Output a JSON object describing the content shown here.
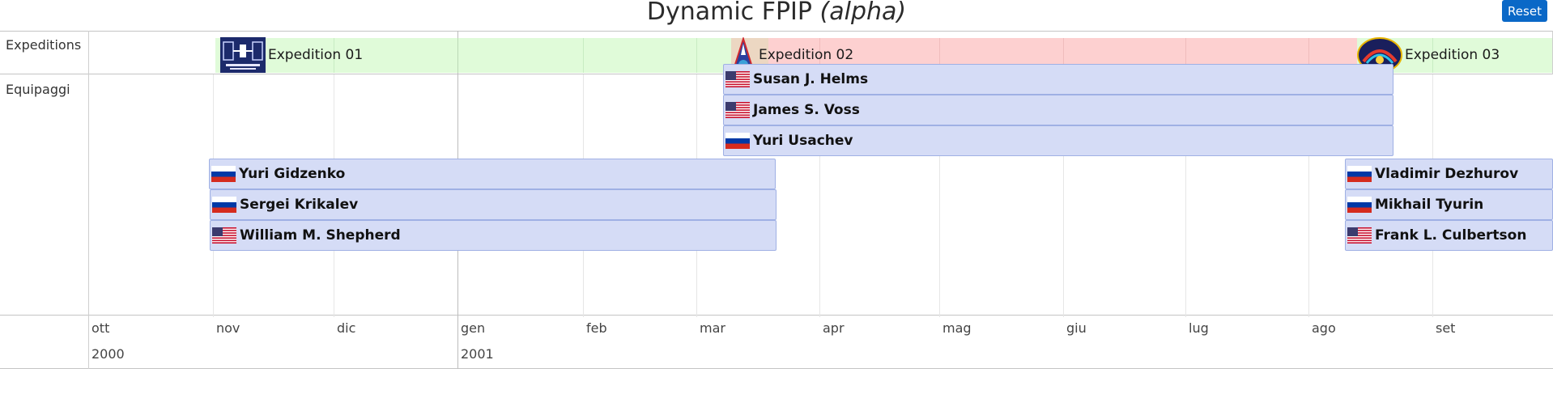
{
  "header": {
    "title": "Dynamic FPIP",
    "subtitle": "(alpha)",
    "reset_label": "Reset"
  },
  "rows": {
    "expeditions_label": "Expeditions",
    "crew_label": "Equipaggi"
  },
  "expeditions": [
    {
      "label": "Expedition 01",
      "patch_icon": "expedition-01-patch-icon"
    },
    {
      "label": "Expedition 02",
      "patch_icon": "expedition-02-patch-icon"
    },
    {
      "label": "Expedition 03",
      "patch_icon": "expedition-03-patch-icon"
    }
  ],
  "crew": [
    {
      "name": "Susan J. Helms",
      "flag": "usa-flag-icon"
    },
    {
      "name": "James S. Voss",
      "flag": "usa-flag-icon"
    },
    {
      "name": "Yuri Usachev",
      "flag": "russia-flag-icon"
    },
    {
      "name": "Yuri Gidzenko",
      "flag": "russia-flag-icon"
    },
    {
      "name": "Sergei Krikalev",
      "flag": "russia-flag-icon"
    },
    {
      "name": "William M. Shepherd",
      "flag": "usa-flag-icon"
    },
    {
      "name": "Vladimir Dezhurov",
      "flag": "russia-flag-icon"
    },
    {
      "name": "Mikhail Tyurin",
      "flag": "russia-flag-icon"
    },
    {
      "name": "Frank L. Culbertson",
      "flag": "usa-flag-icon"
    }
  ],
  "axis": {
    "months": [
      "ott",
      "nov",
      "dic",
      "gen",
      "feb",
      "mar",
      "apr",
      "mag",
      "giu",
      "lug",
      "ago",
      "set"
    ],
    "years": [
      "2000",
      "2001"
    ]
  },
  "colors": {
    "expedition_band_green": "#e0fbd9",
    "expedition_band_red": "#fdd0d0",
    "crew_bar": "#d5dcf6",
    "reset_button": "#0a68c7"
  }
}
